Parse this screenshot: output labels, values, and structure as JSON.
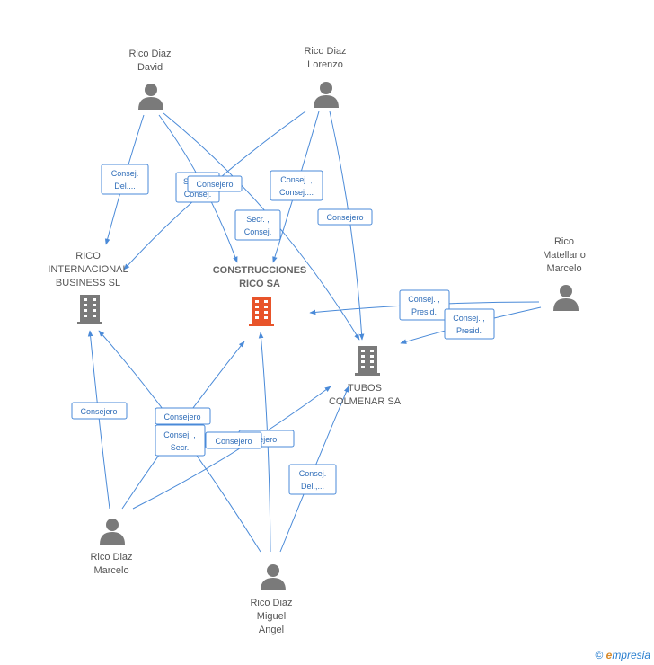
{
  "people": {
    "david": [
      "Rico Diaz",
      "David"
    ],
    "lorenzo": [
      "Rico Diaz",
      "Lorenzo"
    ],
    "matellano": [
      "Rico",
      "Matellano",
      "Marcelo"
    ],
    "marcelo": [
      "Rico Diaz",
      "Marcelo"
    ],
    "miguel": [
      "Rico Diaz",
      "Miguel",
      "Angel"
    ]
  },
  "companies": {
    "rico_internacional": [
      "RICO",
      "INTERNACIONAL",
      "BUSINESS SL"
    ],
    "construcciones": [
      "CONSTRUCCIONES",
      "RICO SA"
    ],
    "tubos": [
      "TUBOS",
      "COLMENAR SA"
    ]
  },
  "edges": {
    "e1": [
      "Consej.",
      "Del...."
    ],
    "e2": [
      "S",
      "Consej."
    ],
    "e3": [
      "Consejero"
    ],
    "e4": [
      "Consej. ,",
      "Consej...."
    ],
    "e5": [
      "Secr. ,",
      "Consej."
    ],
    "e6": [
      "Consejero"
    ],
    "e7": [
      "Consej. ,",
      "Presid."
    ],
    "e8": [
      "Consej. ,",
      "Presid."
    ],
    "e9": [
      "Consejero"
    ],
    "e10": [
      "Consejero"
    ],
    "e11": [
      "Consej. ,",
      "Secr."
    ],
    "e12": [
      "sejero"
    ],
    "e13": [
      "Consejero"
    ],
    "e14": [
      "Consej.",
      "Del.,..."
    ]
  },
  "colors": {
    "edge": "#4a8ad8",
    "person_icon": "#7a7a7a",
    "company_icon": "#7a7a7a",
    "focus_company_icon": "#e8542a"
  },
  "footer": {
    "copyright": "©",
    "brand_e": "e",
    "brand_rest": "mpresia"
  }
}
